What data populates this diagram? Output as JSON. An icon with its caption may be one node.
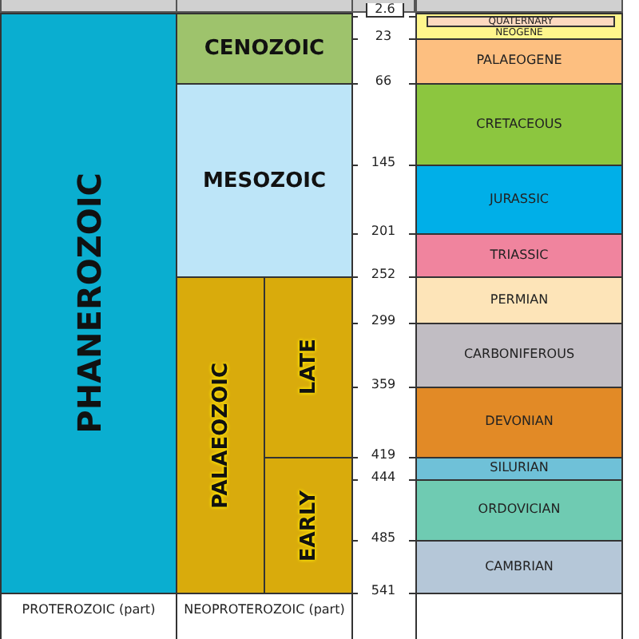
{
  "diagram": {
    "nodes": [
      {
        "text": [
          "PHANEROZOIC"
        ]
      },
      {
        "text": [
          "CENOZOIC"
        ]
      },
      {
        "text": [
          "MESOZOIC"
        ]
      },
      {
        "text": [
          "PALAEOZOIC"
        ]
      },
      {
        "text": [
          "LATE"
        ]
      },
      {
        "text": [
          "EARLY"
        ]
      },
      {
        "text": [
          "NEOGENE"
        ]
      },
      {
        "text": [
          "QUATERNARY"
        ],
        "in": 6
      },
      {
        "text": [
          "PALAEOGENE"
        ]
      },
      {
        "text": [
          "CRETACEOUS"
        ]
      },
      {
        "text": [
          "JURASSIC"
        ]
      },
      {
        "text": [
          "TRIASSIC"
        ]
      },
      {
        "text": [
          "PERMIAN"
        ]
      },
      {
        "text": [
          "CARBONIFEROUS"
        ]
      },
      {
        "text": [
          "DEVONIAN"
        ]
      },
      {
        "text": [
          "SILURIAN"
        ]
      },
      {
        "text": [
          "ORDOVICIAN"
        ]
      },
      {
        "text": [
          "CAMBRIAN"
        ]
      },
      {
        "text": [
          "PROTEROZOIC (part)"
        ]
      },
      {
        "text": [
          "NEOPROTEROZOIC (part)"
        ]
      }
    ],
    "edges": [],
    "labels": [
      "2.6",
      "23",
      "66",
      "145",
      "201",
      "252",
      "299",
      "359",
      "419",
      "444",
      "485",
      "541"
    ]
  }
}
